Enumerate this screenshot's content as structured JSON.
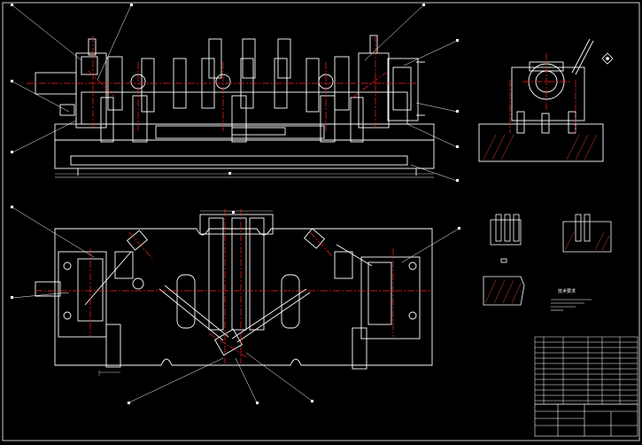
{
  "drawing": {
    "background": "#000000",
    "colors": {
      "outline": "#ffffff",
      "center_line": "#ff2020",
      "hatch": "#e04030",
      "leader": "#ffffff"
    },
    "tech_requirements_title": "技术要求",
    "views": [
      "front-view",
      "side-view",
      "plan-view",
      "detail-a",
      "detail-b",
      "detail-c",
      "section-d"
    ]
  }
}
